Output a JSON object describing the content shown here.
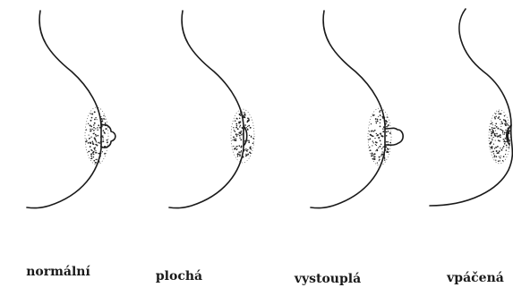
{
  "figures": [
    {
      "type": "normal",
      "label": "normální"
    },
    {
      "type": "flat",
      "label": "plochá"
    },
    {
      "type": "protruding",
      "label": "vystouplá"
    },
    {
      "type": "inverted",
      "label": "vpáčená"
    }
  ]
}
